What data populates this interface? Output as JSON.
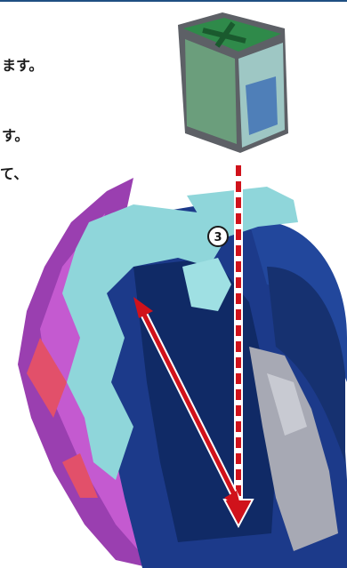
{
  "instructions": {
    "line1": "ます。",
    "line2": "す。",
    "line3": "て、"
  },
  "step_marker": {
    "number": "③"
  },
  "colors": {
    "accent_rule": "#1f4f82",
    "arrow_red": "#d0121b",
    "device_navy": "#1c3a8a",
    "device_teal": "#8fd6da",
    "device_purple": "#9a3fb0",
    "cube_green": "#2f8a4a"
  },
  "icons": [
    "step-number-icon",
    "insert-arrow-icon",
    "slide-arrow-icon",
    "gem-cube-icon",
    "driver-device-icon"
  ]
}
